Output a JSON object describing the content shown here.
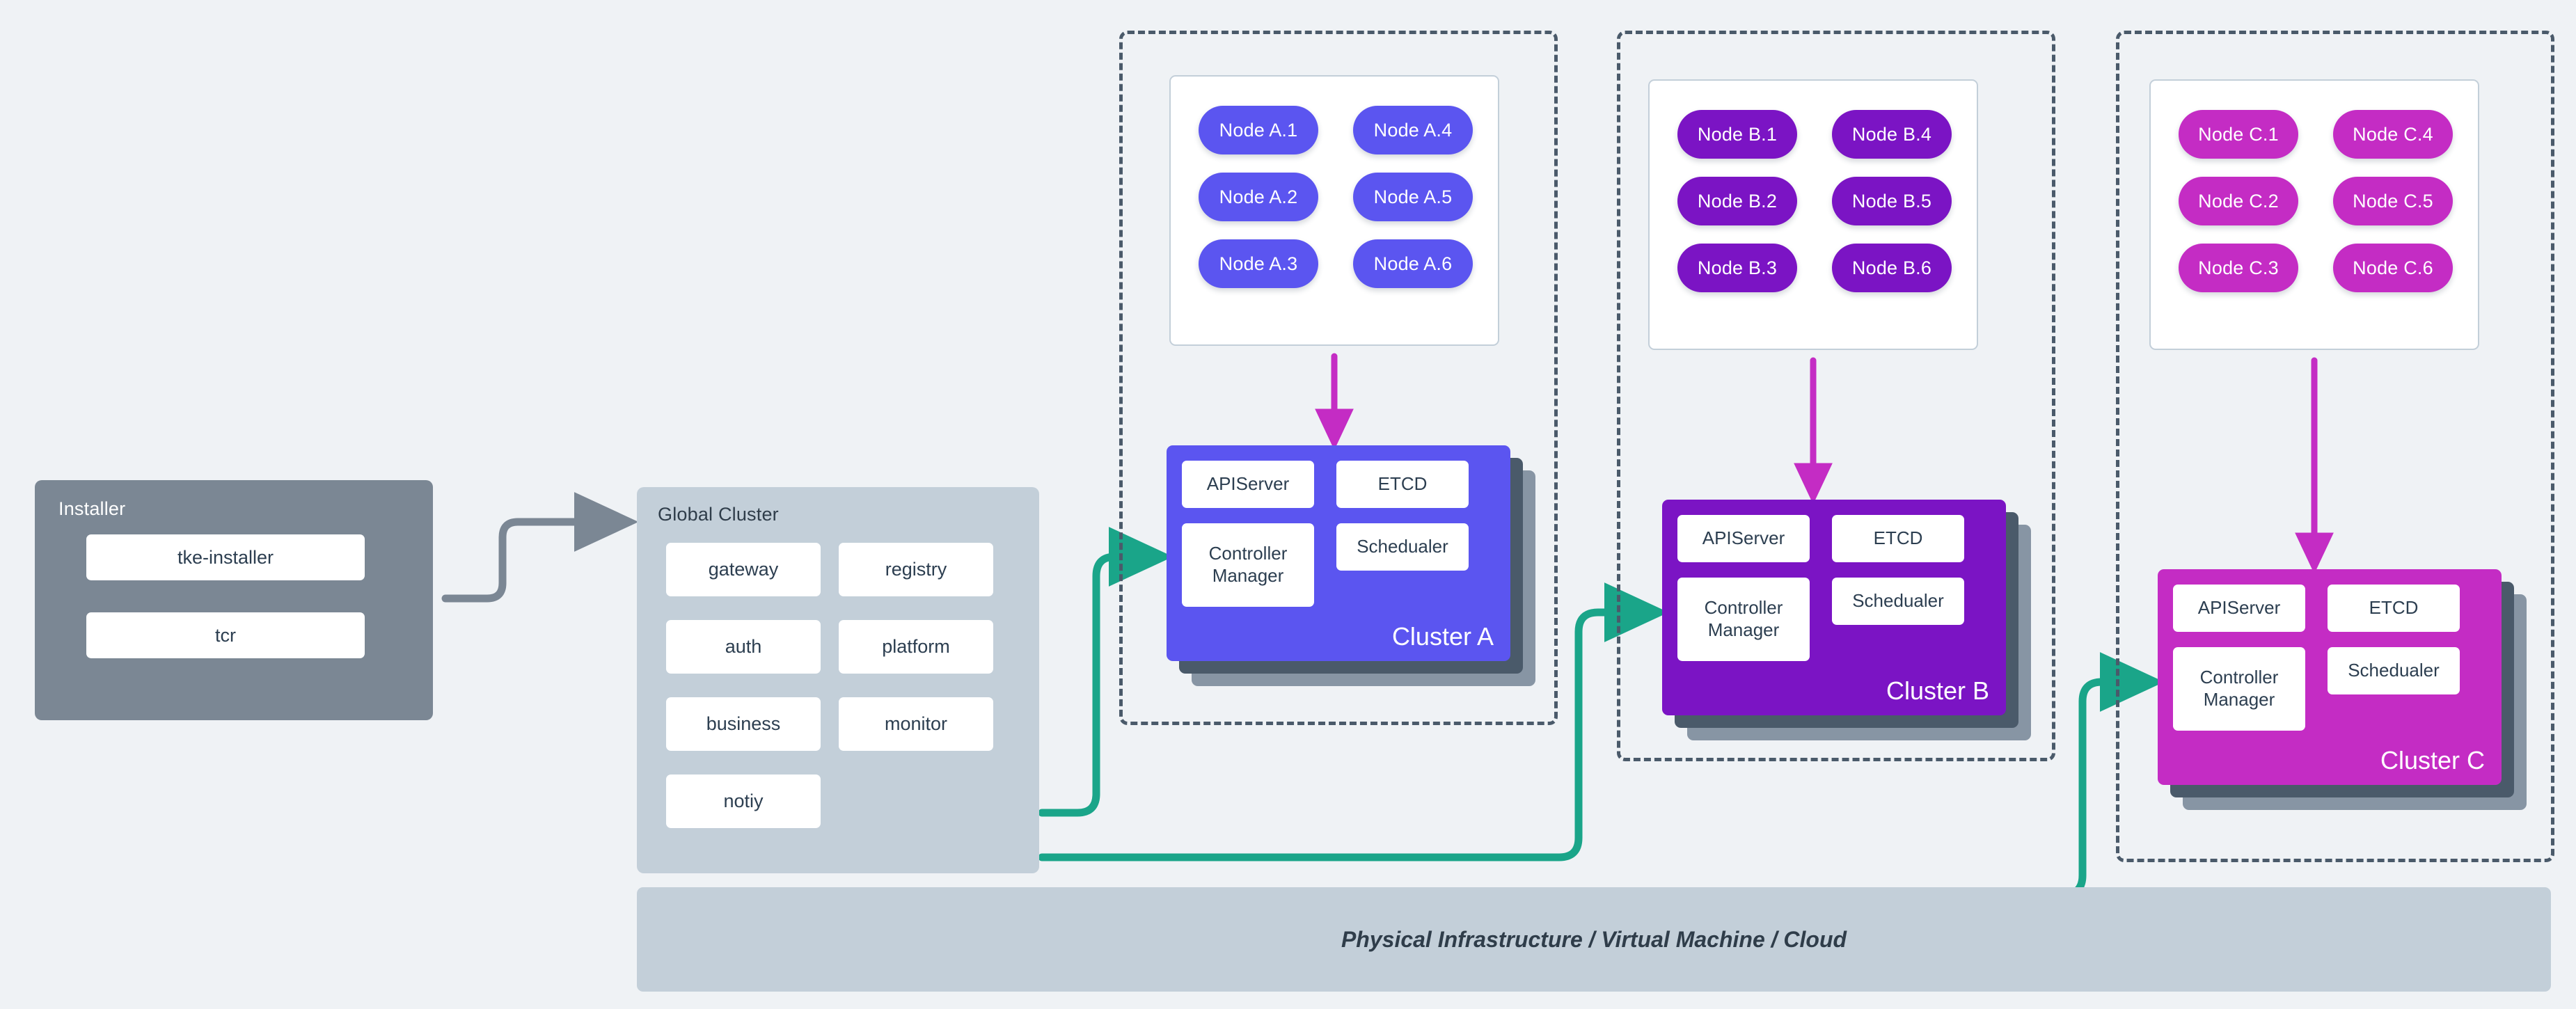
{
  "installer": {
    "title": "Installer",
    "items": [
      {
        "label": "tke-installer"
      },
      {
        "label": "tcr"
      }
    ]
  },
  "global_cluster": {
    "title": "Global Cluster",
    "services": [
      {
        "label": "gateway"
      },
      {
        "label": "registry"
      },
      {
        "label": "auth"
      },
      {
        "label": "platform"
      },
      {
        "label": "business"
      },
      {
        "label": "monitor"
      },
      {
        "label": "notiy"
      }
    ]
  },
  "clusters": [
    {
      "name": "Cluster A",
      "color": "#5b55f0",
      "node_color": "#5b55f0",
      "nodes": [
        "Node A.1",
        "Node A.2",
        "Node A.3",
        "Node A.4",
        "Node A.5",
        "Node A.6"
      ],
      "control_plane": {
        "apiserver": "APIServer",
        "etcd": "ETCD",
        "controller_manager": "Controller Manager",
        "scheduler": "Schedualer"
      }
    },
    {
      "name": "Cluster B",
      "color": "#7b14c4",
      "node_color": "#7b14c4",
      "nodes": [
        "Node B.1",
        "Node B.2",
        "Node B.3",
        "Node B.4",
        "Node B.5",
        "Node B.6"
      ],
      "control_plane": {
        "apiserver": "APIServer",
        "etcd": "ETCD",
        "controller_manager": "Controller Manager",
        "scheduler": "Schedualer"
      }
    },
    {
      "name": "Cluster C",
      "color": "#c42cc4",
      "node_color": "#c42cc4",
      "nodes": [
        "Node C.1",
        "Node C.2",
        "Node C.3",
        "Node C.4",
        "Node C.5",
        "Node C.6"
      ],
      "control_plane": {
        "apiserver": "APIServer",
        "etcd": "ETCD",
        "controller_manager": "Controller Manager",
        "scheduler": "Schedualer"
      }
    }
  ],
  "infrastructure": {
    "label": "Physical Infrastructure / Virtual Machine / Cloud"
  },
  "colors": {
    "background": "#eff2f5",
    "installer_panel": "#7b8794",
    "global_panel": "#c3cfd9",
    "infra_panel": "#c3cfd9",
    "connector_teal": "#1aa589",
    "connector_gray": "#7b8794",
    "node_arrow_magenta": "#c42cc4",
    "zone_border": "#4a5a6a",
    "card_text": "#2c3e50"
  }
}
